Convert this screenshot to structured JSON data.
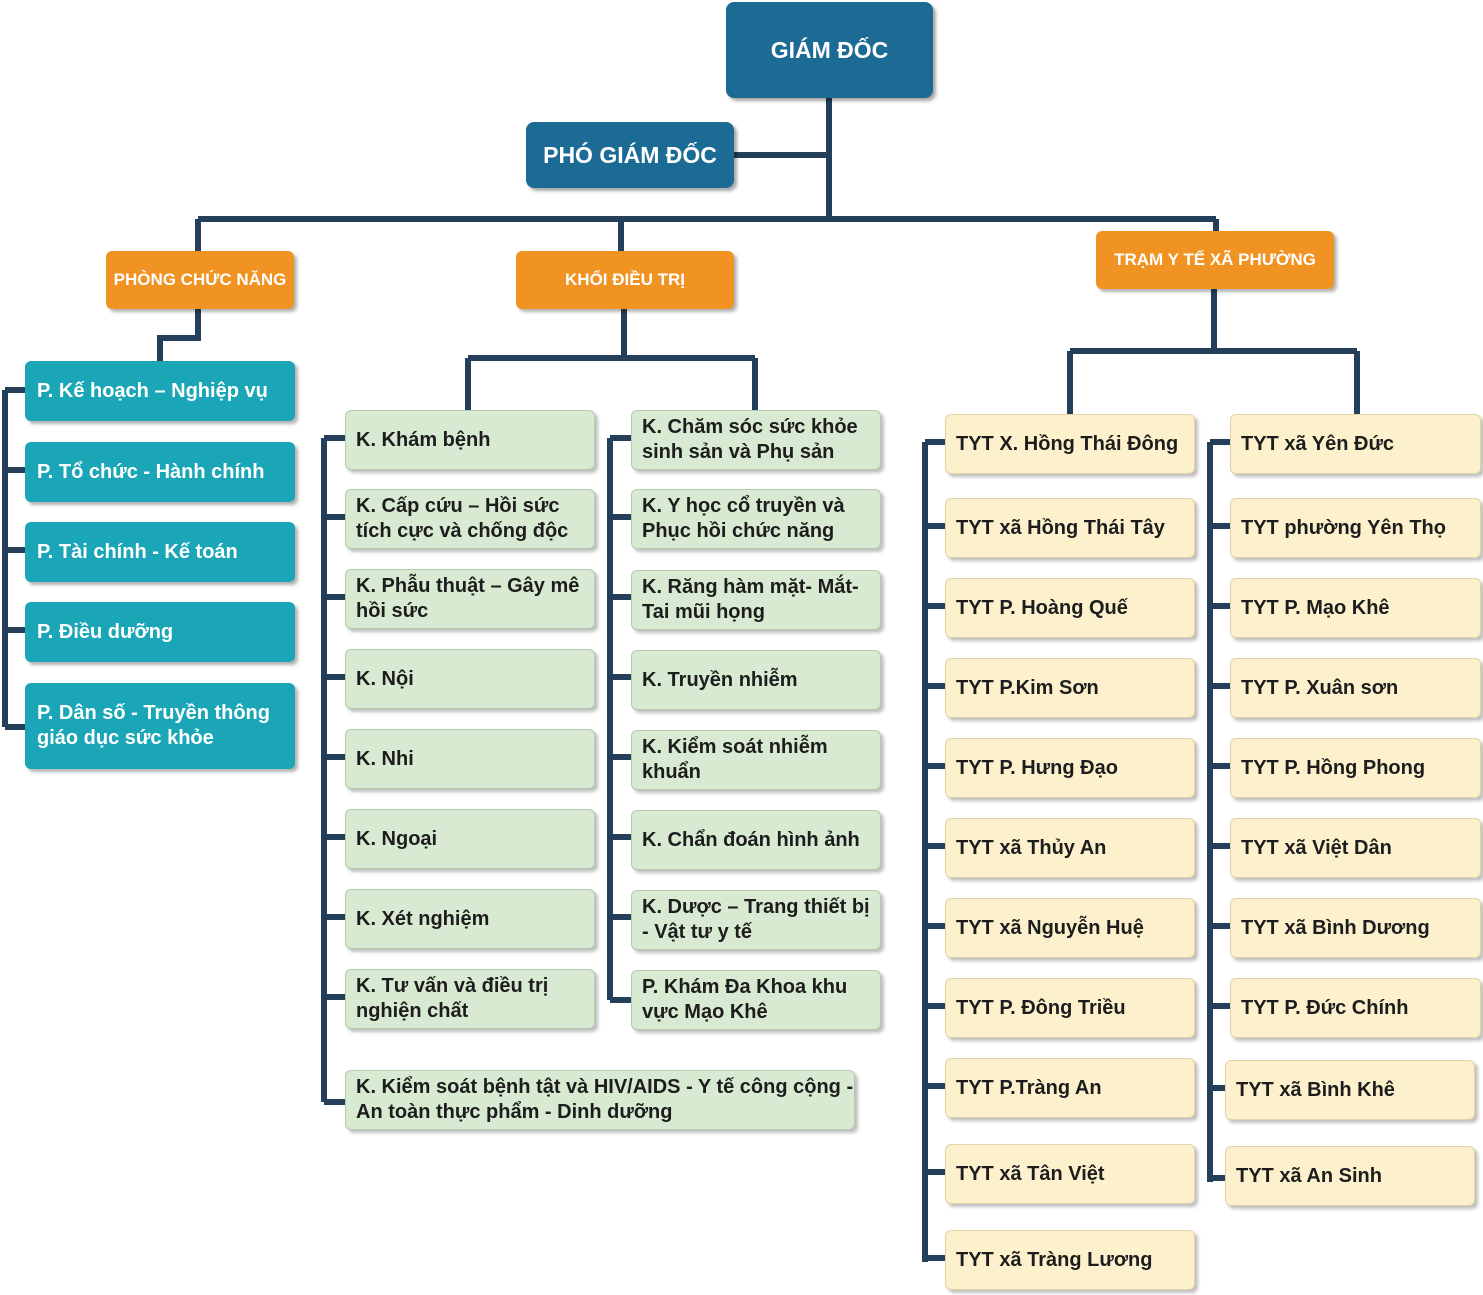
{
  "director": "GIÁM ĐỐC",
  "deputy": "PHÓ GIÁM ĐỐC",
  "groups": {
    "functional": "PHÒNG CHỨC NĂNG",
    "treatment": "KHỐI ĐIỀU TRỊ",
    "stations": "TRẠM Y TẾ XÃ PHƯỜNG"
  },
  "functional_rooms": [
    "P. Kế hoạch – Nghiệp vụ",
    "P. Tổ chức - Hành chính",
    "P. Tài chính - Kế toán",
    "P. Điều dưỡng",
    "P. Dân số - Truyền thông giáo dục sức khỏe"
  ],
  "treatment_left": [
    "K. Khám bệnh",
    "K. Cấp cứu – Hồi sức tích cực và chống độc",
    "K. Phẫu thuật – Gây mê hồi sức",
    "K. Nội",
    "K. Nhi",
    "K. Ngoại",
    "K. Xét nghiệm",
    "K. Tư vấn và điều trị nghiện chất",
    "K. Kiểm soát bệnh tật và HIV/AIDS - Y tế công cộng - An toàn thực phẩm - Dinh dưỡng"
  ],
  "treatment_right": [
    "K. Chăm sóc sức khỏe sinh sản và Phụ sản",
    "K. Y học cổ truyền và Phục hồi chức năng",
    "K. Răng hàm mặt- Mắt- Tai mũi họng",
    "K. Truyền nhiễm",
    "K. Kiểm soát nhiễm khuẩn",
    "K. Chẩn đoán hình ảnh",
    "K. Dược – Trang thiết bị - Vật tư y tế",
    "P. Khám Đa Khoa khu vực Mạo Khê"
  ],
  "stations_left": [
    "TYT X. Hồng Thái Đông",
    "TYT xã Hồng Thái Tây",
    "TYT P. Hoàng Quế",
    "TYT P.Kim Sơn",
    "TYT P. Hưng Đạo",
    "TYT xã Thủy An",
    "TYT xã Nguyễn Huệ",
    "TYT P. Đông Triều",
    "TYT P.Tràng An",
    "TYT xã Tân Việt",
    "TYT xã Tràng Lương"
  ],
  "stations_right": [
    "TYT  xã Yên Đức",
    "TYT phường Yên Thọ",
    "TYT P. Mạo Khê",
    "TYT P. Xuân sơn",
    "TYT P. Hồng Phong",
    "TYT xã Việt Dân",
    "TYT xã Bình Dương",
    "TYT P. Đức Chính",
    "TYT xã Bình Khê",
    "TYT xã An Sinh"
  ],
  "colors": {
    "line": "#243f5a",
    "top": "#1c6b94",
    "orange": "#f19322",
    "teal": "#1ba6b8",
    "green": "#d8ead2",
    "cream": "#fdf1cd"
  }
}
